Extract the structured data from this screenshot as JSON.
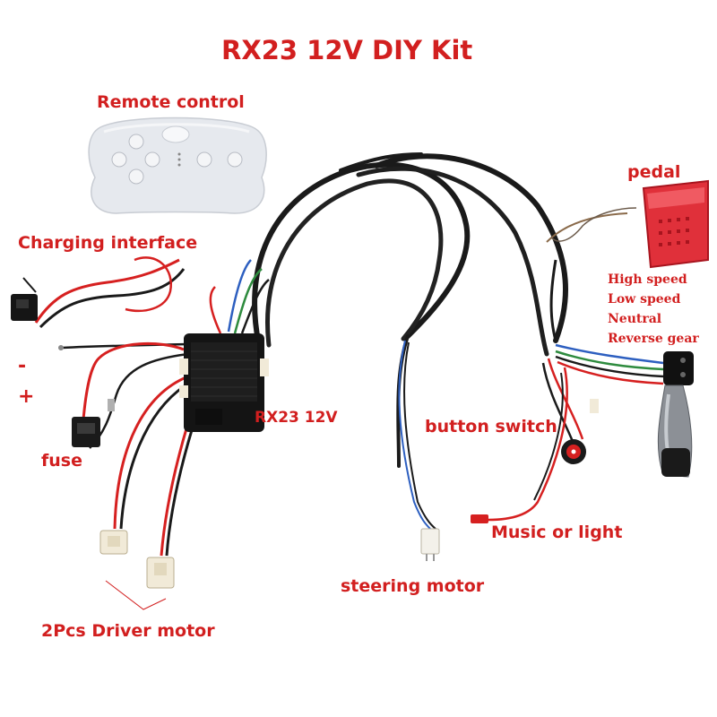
{
  "title": "RX23 12V DIY Kit",
  "labels": {
    "remote": "Remote control",
    "charging": "Charging interface",
    "minus": "-",
    "plus": "+",
    "fuse": "fuse",
    "driver_motor": "2Pcs Driver motor",
    "controller": "RX23 12V",
    "steering": "steering motor",
    "button_switch": "button switch",
    "music": "Music or light",
    "pedal": "pedal",
    "high_speed": "High speed",
    "low_speed": "Low speed",
    "neutral": "Neutral",
    "reverse": "Reverse gear"
  },
  "colors": {
    "label": "#d21f1f",
    "wire_black": "#1a1a1a",
    "wire_red": "#d62020",
    "wire_blue": "#2d5fc0",
    "wire_green": "#2e8b3e",
    "pedal": "#e0303a",
    "remote_body": "#e6e9ee"
  },
  "icons": [
    "remote-control-icon",
    "controller-box-icon",
    "charging-port-icon",
    "fuse-holder-icon",
    "motor-connector-icon",
    "pedal-icon",
    "gear-shifter-icon",
    "button-switch-icon"
  ]
}
